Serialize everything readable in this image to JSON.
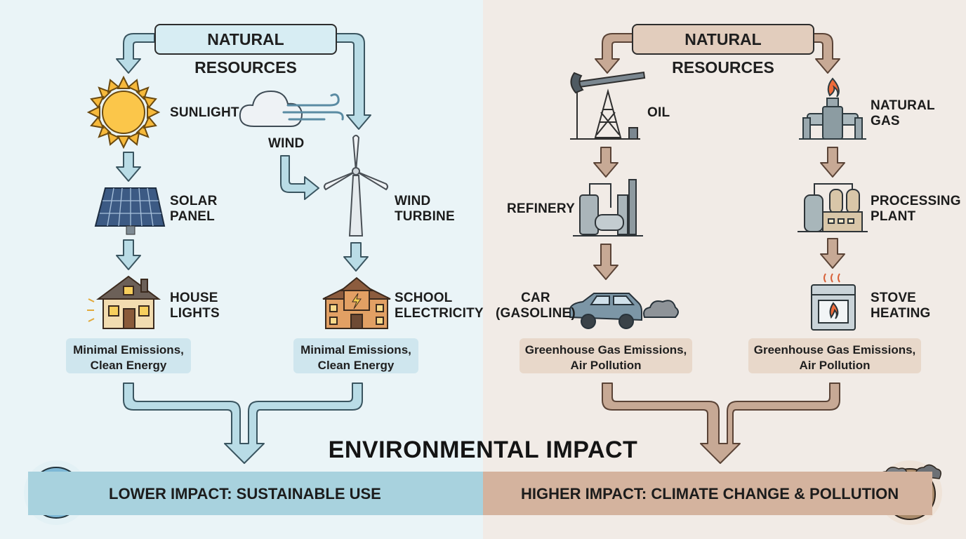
{
  "left": {
    "resource_label": "NATURAL RESOURCES",
    "sunlight": "SUNLIGHT",
    "wind": "WIND",
    "solar_panel": [
      "SOLAR",
      "PANEL"
    ],
    "wind_turbine": [
      "WIND",
      "TURBINE"
    ],
    "house_lights": [
      "HOUSE",
      "LIGHTS"
    ],
    "school_electricity": [
      "SCHOOL",
      "ELECTRICITY"
    ],
    "outcome_1": [
      "Minimal Emissions,",
      "Clean Energy"
    ],
    "outcome_2": [
      "Minimal Emissions,",
      "Clean Energy"
    ],
    "impact": "LOWER IMPACT: SUSTAINABLE USE",
    "accent": "#7fb2c4"
  },
  "right": {
    "resource_label": "NATURAL RESOURCES",
    "oil": "OIL",
    "natural_gas": [
      "NATURAL",
      "GAS"
    ],
    "refinery": "REFINERY",
    "processing_plant": [
      "PROCESSING",
      "PLANT"
    ],
    "car": [
      "CAR",
      "(GASOLINE)"
    ],
    "stove_heating": [
      "STOVE",
      "HEATING"
    ],
    "outcome_1": [
      "Greenhouse Gas Emissions,",
      "Air Pollution"
    ],
    "outcome_2": [
      "Greenhouse Gas Emissions,",
      "Air Pollution"
    ],
    "impact": "HIGHER IMPACT: CLIMATE CHANGE & POLLUTION",
    "accent": "#a68570"
  },
  "title": "ENVIRONMENTAL IMPACT",
  "icons": [
    "sun-icon",
    "cloud-wind-icon",
    "solar-panel-icon",
    "wind-turbine-icon",
    "house-icon",
    "school-icon",
    "oil-pump-icon",
    "gas-pipe-icon",
    "refinery-icon",
    "processing-plant-icon",
    "car-icon",
    "stove-icon",
    "earth-icon",
    "polluted-earth-icon"
  ]
}
